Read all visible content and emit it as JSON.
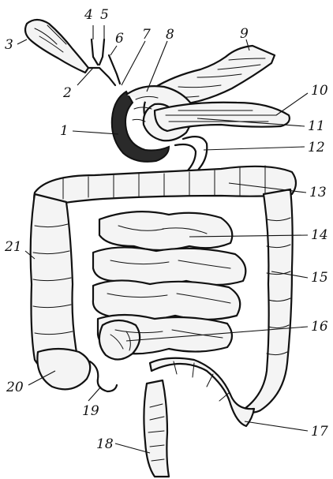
{
  "diagram": {
    "labels": [
      "1",
      "2",
      "3",
      "4",
      "5",
      "6",
      "7",
      "8",
      "9",
      "10",
      "11",
      "12",
      "13",
      "14",
      "15",
      "16",
      "17",
      "18",
      "19",
      "20",
      "21"
    ]
  }
}
